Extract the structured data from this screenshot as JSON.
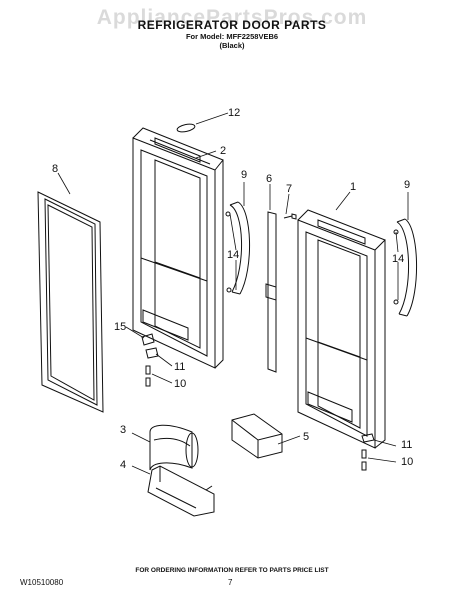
{
  "header": {
    "watermark": "AppliancePartsPros.com",
    "title": "REFRIGERATOR DOOR PARTS",
    "model_line": "For Model: MFF2258VEB6",
    "variant": "(Black)"
  },
  "callouts": {
    "c12": "12",
    "c2": "2",
    "c8": "8",
    "c9a": "9",
    "c6": "6",
    "c7": "7",
    "c1": "1",
    "c9b": "9",
    "c14a": "14",
    "c14b": "14",
    "c15": "15",
    "c11a": "11",
    "c10a": "10",
    "c3": "3",
    "c4": "4",
    "c5": "5",
    "c11b": "11",
    "c10b": "10"
  },
  "footer": {
    "order_note": "FOR ORDERING INFORMATION REFER TO PARTS PRICE LIST",
    "doc_code": "W10510080",
    "page": "7"
  }
}
